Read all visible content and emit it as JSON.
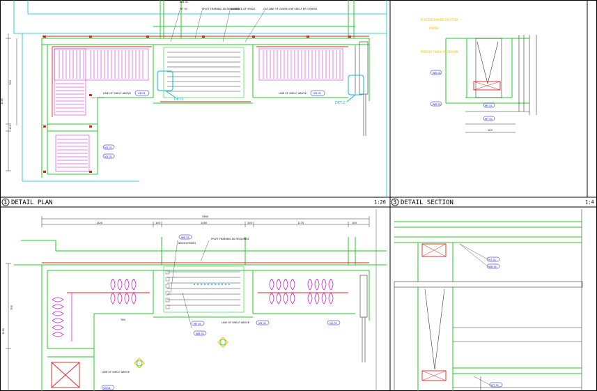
{
  "titles": {
    "detail_plan": {
      "number": "1",
      "label": "DETAIL PLAN",
      "scale": "1:20"
    },
    "detail_section": {
      "number": "3",
      "label": "DETAIL SECTION",
      "scale": "1:4"
    }
  },
  "callouts": {
    "det1": "DET.1",
    "det2": "DET.2"
  },
  "notes": {
    "top_a": "WD 01",
    "top_b": "MT 01",
    "top_c": "PIVOT FRAMING AS REQUIRED",
    "top_d": "BALANCE OF SPACE",
    "top_e": "OUTLINE OF OVERFLOW SHELF BY OTHERS",
    "left_shelf": "LINE OF SHELF ABOVE",
    "shelf_above": "LINE OF SHELF ABOVE",
    "vendor": "VD 01",
    "wd_label": "WD 01",
    "mt_label": "MT 01",
    "finish": "WOOD FINISH",
    "section_wd": "WD 01",
    "section_mt": "MT 01",
    "section_yellow_a": "PLASTER BOARD ON STUD",
    "section_yellow_b": "FINISH",
    "section_yellow_c": "MIRROR FINISH AS SHOWN"
  },
  "dimensions": {
    "top_overall": "3980",
    "seg_1": "1320",
    "seg_2": "100",
    "seg_3": "1400",
    "seg_4": "100",
    "seg_5": "1170",
    "seg_6": "100",
    "left_height": "1000",
    "left_low": "700",
    "small_a": "760",
    "small_b": "100",
    "section_width": "100"
  },
  "colors": {
    "green": "#22cc22",
    "red": "#e02020",
    "magenta": "#cc00cc",
    "cyan": "#00bcd4",
    "dark": "#333333",
    "gray": "#888888",
    "yellow": "#e6c200"
  }
}
